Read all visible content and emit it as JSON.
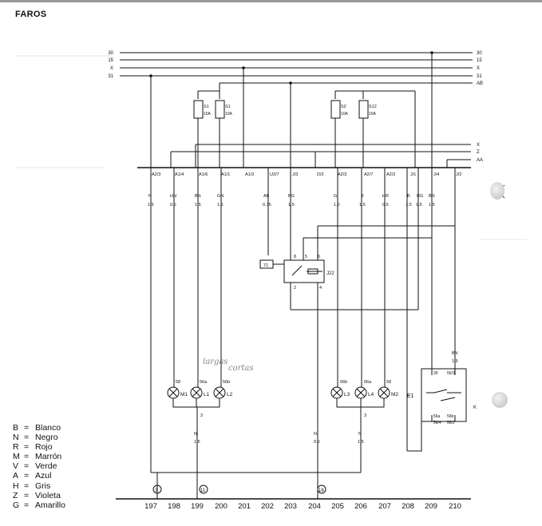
{
  "title": "FAROS",
  "bus_labels": [
    "30",
    "15",
    "X",
    "31",
    "AB"
  ],
  "aux_labels": [
    "X",
    "Z",
    "AA"
  ],
  "fuses": [
    {
      "name": "S1",
      "rating": "10A"
    },
    {
      "name": "S1",
      "rating": "10A"
    },
    {
      "name": "S2",
      "rating": "10A"
    },
    {
      "name": "S12",
      "rating": "10A"
    }
  ],
  "connectors": [
    "A2/3",
    "A1/4",
    "A1/6",
    "A1/1",
    "A1/3",
    "U2/7",
    "J/3",
    "D/2",
    "A2/3",
    "A2/7",
    "A2/2",
    "J/1",
    "J/4",
    "J/2"
  ],
  "wire_colors": [
    "N",
    "HN",
    "BN",
    "GN",
    "AB",
    "BG",
    "G",
    "B",
    "HR",
    "B",
    "RG",
    "BN"
  ],
  "wire_sections": [
    "1.5",
    "0.5",
    "1.5",
    "1.5",
    "0.35",
    "1.5",
    "1.5",
    "1.5",
    "0.5",
    "1.5",
    "1.5",
    "1.5"
  ],
  "relay": {
    "label": "J22",
    "pins": [
      "8",
      "5",
      "6",
      "2",
      "4"
    ],
    "ref_box": "71"
  },
  "lamps_left": [
    {
      "label": "M1",
      "pin": "58"
    },
    {
      "label": "L1",
      "pin": "56a"
    },
    {
      "label": "L2",
      "pin": "56b"
    }
  ],
  "lamps_right": [
    {
      "label": "L3",
      "pin": "56b"
    },
    {
      "label": "L4",
      "pin": "56a"
    },
    {
      "label": "M2",
      "pin": "58"
    }
  ],
  "switch": {
    "label": "E1",
    "terminals": [
      "30",
      "56/3",
      "56a",
      "56/4",
      "56b",
      "56/2"
    ],
    "k_label": "K",
    "wire": "BN",
    "wire_section": "1.5"
  },
  "ground_pins": [
    "3",
    "3"
  ],
  "ground_wires": [
    {
      "color": "N",
      "section": "1.5"
    },
    {
      "color": "N",
      "section": "0.5"
    },
    {
      "color": "N",
      "section": "1.5"
    }
  ],
  "ground_refs": [
    "3",
    "11",
    "18"
  ],
  "handwritten": [
    "largas",
    "cortas"
  ],
  "legend": [
    {
      "code": "B",
      "name": "Blanco"
    },
    {
      "code": "N",
      "name": "Negro"
    },
    {
      "code": "R",
      "name": "Rojo"
    },
    {
      "code": "M",
      "name": "Marrón"
    },
    {
      "code": "V",
      "name": "Verde"
    },
    {
      "code": "A",
      "name": "Azul"
    },
    {
      "code": "H",
      "name": "Gris"
    },
    {
      "code": "Z",
      "name": "Violeta"
    },
    {
      "code": "G",
      "name": "Amarillo"
    }
  ],
  "column_numbers": [
    "197",
    "198",
    "199",
    "200",
    "201",
    "202",
    "203",
    "204",
    "205",
    "206",
    "207",
    "208",
    "209",
    "210"
  ]
}
